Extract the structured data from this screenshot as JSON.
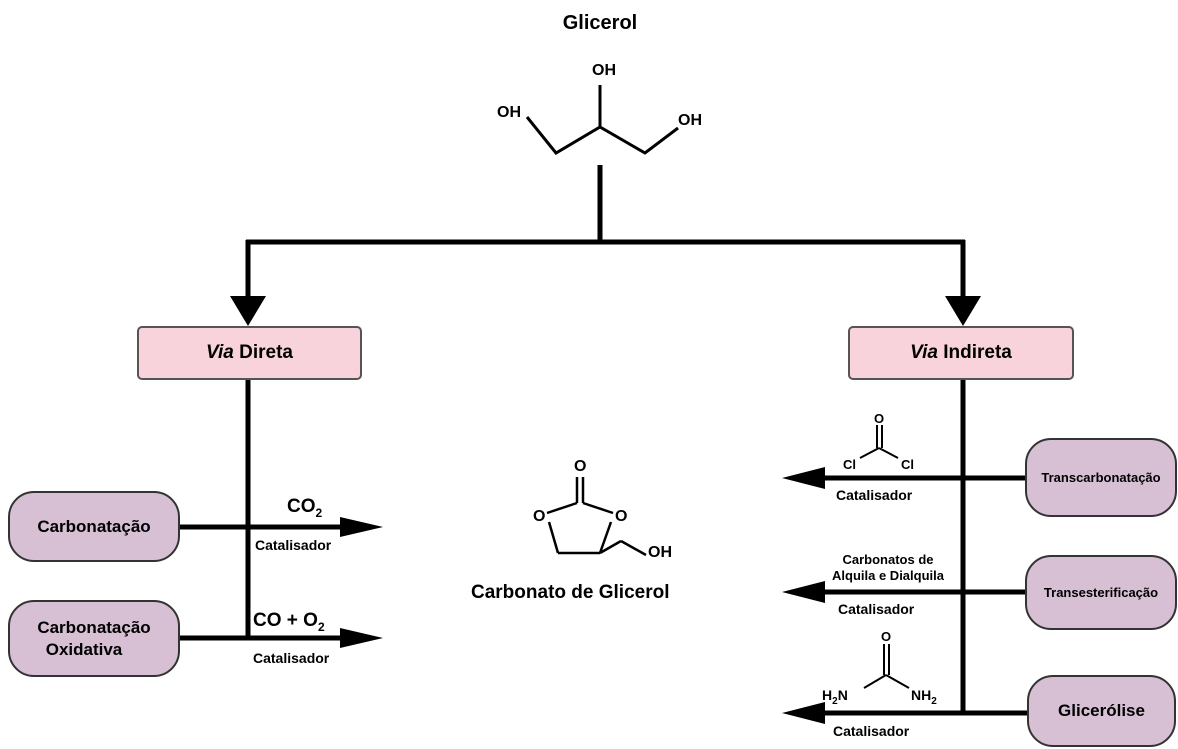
{
  "title": "Glicerol",
  "product": "Carbonato de Glicerol",
  "direct": {
    "italic": "Via",
    "rest": " Direta",
    "methods": [
      {
        "label": "Carbonatação",
        "reagent": "CO",
        "reagent_sub": "2",
        "catalyst": "Catalisador"
      },
      {
        "label_line1": "Carbonatação",
        "label_line2": "Oxidativa",
        "reagent": "CO + O",
        "reagent_sub": "2",
        "catalyst": "Catalisador"
      }
    ]
  },
  "indirect": {
    "italic": "Via",
    "rest": " Indireta",
    "methods": [
      {
        "label": "Transcarbonatação",
        "catalyst": "Catalisador"
      },
      {
        "label": "Transesterificação",
        "reagent_line1": "Carbonatos de",
        "reagent_line2": "Alquila e Dialquila",
        "catalyst": "Catalisador"
      },
      {
        "label": "Glicerólise",
        "catalyst": "Catalisador"
      }
    ]
  },
  "atoms": {
    "oh": "OH",
    "o": "O",
    "cl": "Cl",
    "h": "H",
    "n": "N",
    "nh": "NH",
    "sub2": "2"
  }
}
